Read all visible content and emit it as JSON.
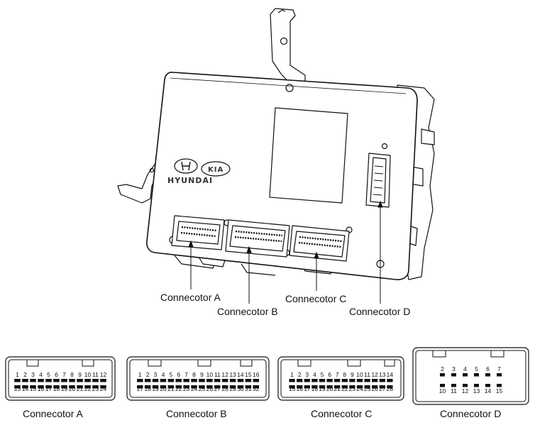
{
  "brand": {
    "logo_left": "HYUNDAI",
    "logo_right": "KIA"
  },
  "callouts": {
    "a": "Connecotor A",
    "b": "Connecotor B",
    "c": "Connecotor C",
    "d": "Connecotor D"
  },
  "connectors": [
    {
      "id": "a",
      "caption": "Connecotor A",
      "top_row": [
        "1",
        "2",
        "3",
        "4",
        "5",
        "6",
        "7",
        "8",
        "9",
        "10",
        "11",
        "12"
      ],
      "bottom_row": [
        "13",
        "14",
        "15",
        "16",
        "17",
        "18",
        "19",
        "20",
        "21",
        "22",
        "23",
        "24"
      ]
    },
    {
      "id": "b",
      "caption": "Connecotor B",
      "top_row": [
        "1",
        "2",
        "3",
        "4",
        "5",
        "6",
        "7",
        "8",
        "9",
        "10",
        "11",
        "12",
        "13",
        "14",
        "15",
        "16"
      ],
      "bottom_row": [
        "17",
        "18",
        "19",
        "20",
        "21",
        "22",
        "23",
        "24",
        "25",
        "26",
        "27",
        "28",
        "29",
        "30",
        "31",
        "32"
      ]
    },
    {
      "id": "c",
      "caption": "Connecotor C",
      "top_row": [
        "1",
        "2",
        "3",
        "4",
        "5",
        "6",
        "7",
        "8",
        "9",
        "10",
        "11",
        "12",
        "13",
        "14"
      ],
      "bottom_row": [
        "15",
        "16",
        "17",
        "18",
        "19",
        "20",
        "21",
        "22",
        "23",
        "24",
        "25",
        "26",
        "27",
        "28"
      ]
    },
    {
      "id": "d",
      "caption": "Connecotor D",
      "top_row": [
        "2",
        "3",
        "4",
        "5",
        "6",
        "7"
      ],
      "bottom_row": [
        "10",
        "11",
        "12",
        "13",
        "14",
        "15"
      ]
    }
  ]
}
